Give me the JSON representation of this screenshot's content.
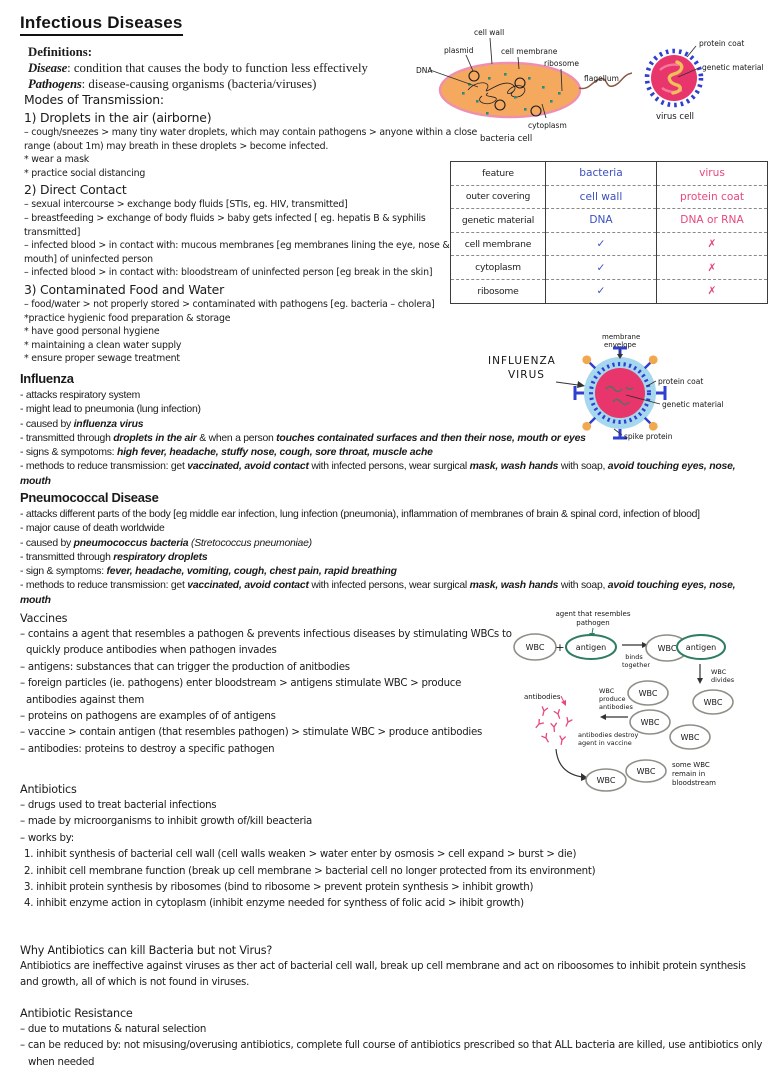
{
  "title": "Infectious Diseases",
  "definitions": {
    "heading": "Definitions:",
    "lines": [
      "**Disease**: condition that causes the body to function less effectively",
      "**Pathogens**: disease-causing organisms (bacteria/viruses)"
    ]
  },
  "transmission": {
    "lines": [
      "Modes of Transmission:",
      "1) Droplets in the air (airborne)",
      "– cough/sneezes > many tiny water droplets, which may contain pathogens > anyone within a close range (about 1m) may breath in these droplets > become infected.",
      "* wear a mask",
      "* practice social distancing",
      "2) Direct Contact",
      "– sexual intercourse > exchange body fluids [STIs, eg. HIV, transmitted]",
      "– breastfeeding > exchange of body fluids > baby gets infected [ eg. hepatis B & syphilis transmitted]",
      "– infected blood > in contact with: mucous membranes [eg membranes lining the eye, nose & mouth] of uninfected person",
      "– infected blood > in contact with: bloodstream of uninfected person [eg break in the skin]",
      "3) Contaminated Food and Water",
      "– food/water > not properly stored > contaminated with pathogens [eg. bacteria – cholera]",
      "*practice hygienic food preparation & storage",
      "* have good personal hygiene",
      "* maintaining a clean water supply",
      "* ensure proper sewage treatment"
    ]
  },
  "comparison_table": {
    "headers": [
      "feature",
      "bacteria",
      "virus"
    ],
    "rows": [
      [
        "outer covering",
        "cell wall",
        "protein coat"
      ],
      [
        "genetic material",
        "DNA",
        "DNA or RNA"
      ],
      [
        "cell membrane",
        "✓",
        "✗"
      ],
      [
        "cytoplasm",
        "✓",
        "✗"
      ],
      [
        "ribosome",
        "✓",
        "✗"
      ]
    ]
  },
  "influenza": {
    "heading": "Influenza",
    "lines": [
      "- attacks respiratory system",
      "- might lead to pneumonia (lung infection)",
      "- caused by **influenza virus**",
      "- transmitted through **droplets in the air** & when a person **touches containated surfaces and then their nose, mouth or eyes**",
      "- signs & sympotoms: **high fever, headache, stuffy nose, cough, sore throat, muscle ache**",
      "- methods to reduce transmission: get **vaccinated, avoid contact** with infected persons, wear surgical **mask, wash hands** with soap, **avoid touching eyes, nose, mouth**"
    ]
  },
  "pneumococcal": {
    "heading": "Pneumococcal Disease",
    "lines": [
      "- attacks different parts of the body [eg middle ear infection, lung infection (pneumonia), inflammation of membranes of brain & spinal cord, infection of blood]",
      "- major cause of death worldwide",
      "- caused by **pneumococcus bacteria** *(Stretococcus pneumoniae)*",
      "- transmitted through **respiratory droplets**",
      "- sign & symptoms: **fever, headache, vomiting, cough, chest pain, rapid breathing**",
      "- methods to reduce transmission: get **vaccinated, avoid contact** with infected persons, wear surgical **mask, wash hands** with soap, **avoid touching eyes, nose, mouth**"
    ]
  },
  "vaccines": {
    "heading": "Vaccines",
    "lines": [
      "– contains a agent that resembles a pathogen & prevents infectious diseases by stimulating WBCs to quickly produce antibodies when pathogen invades",
      "– antigens: substances that can trigger the production of anitbodies",
      "– foreign particles (ie. pathogens) enter bloodstream > antigens stimulate WBC > produce antibodies against them",
      "– proteins on pathogens are examples of of antigens",
      "– vaccine > contain antigen (that resembles pathogen) > stimulate WBC > produce antibodies",
      "– antibodies: proteins to destroy a specific pathogen"
    ]
  },
  "antibiotics": {
    "heading": "Antibiotics",
    "lines": [
      "– drugs used to treat bacterial infections",
      "– made by microorganisms to inhibit growth of/kill beacteria",
      "– works by:",
      "1. inhibit synthesis of bacterial cell wall (cell walls weaken > water enter by osmosis > cell expand > burst > die)",
      "2. inhibit cell membrane function (break up cell membrane > bacterial cell no longer protected from its environment)",
      "3. inhibit protein synthesis by ribosomes (bind to ribosome > prevent protein synthesis > inhibit growth)",
      "4. inhibit enzyme action in cytoplasm (inhibit enzyme needed for synthess of folic acid > ihibit growth)"
    ]
  },
  "why_antibiotics": {
    "heading": "Why Antibiotics can kill Bacteria but not Virus?",
    "body": "Antibiotics are ineffective against viruses as ther act of bacterial cell wall, break up cell membrane and act on riboosomes to inhibit protein synthesis and growth, all of which is not found in viruses."
  },
  "resistance": {
    "heading": "Antibiotic Resistance",
    "lines": [
      "– due to mutations & natural selection",
      "– can be reduced by: not misusing/overusing antibiotics, complete full course of antibiotics prescribed so that ALL bacteria are killed, use antibiotics only when needed"
    ]
  },
  "bacteria_diagram": {
    "labels": {
      "cell_wall": "cell wall",
      "plasmid": "plasmid",
      "cell_membrane": "cell membrane",
      "ribosome": "ribosome",
      "flagellum": "flagellum",
      "dna": "DNA",
      "cytoplasm": "cytoplasm"
    },
    "caption": "bacteria cell"
  },
  "virus_diagram": {
    "labels": {
      "protein_coat": "protein coat",
      "genetic_material": "genetic material"
    },
    "caption": "virus cell"
  },
  "influenza_diagram": {
    "title_line1": "INFLUENZA",
    "title_line2": "VIRUS",
    "labels": {
      "membrane_1": "membrane",
      "membrane_2": "envelope",
      "protein_coat": "protein coat",
      "genetic_material": "genetic material",
      "spike_protein": "spike protein"
    }
  },
  "vaccine_diagram": {
    "labels": {
      "agent_1": "agent that resembles",
      "agent_2": "pathogen",
      "wbc": "WBC",
      "plus": "+",
      "antigen": "antigen",
      "binds_1": "binds",
      "binds_2": "together",
      "divides_1": "WBC",
      "divides_2": "divides",
      "antibodies": "antibodies",
      "produce_1": "WBC",
      "produce_2": "produce",
      "produce_3": "antibodies",
      "destroy_1": "antibodies destroy",
      "destroy_2": "agent in vaccine",
      "remain_1": "some WBC",
      "remain_2": "remain in",
      "remain_3": "bloodstream"
    }
  },
  "colors": {
    "bacteria_text_blue": "#3a4fc1",
    "virus_text_pink": "#e8477e",
    "bacteria_cell_fill": "#f5a95f",
    "bacteria_cell_border": "#ef8fae",
    "ribosome_teal": "#2e8b7a",
    "virus_core_pink": "#e8356b",
    "virus_coat_blue": "#2f3fd0",
    "genetic_material_yellow": "#eec05a",
    "envelope_light_blue": "#a5d7ef",
    "spike_tip_orange": "#f0a94f",
    "antigen_green": "#2e7d63",
    "wbc_gray": "#8f8f87",
    "antibody_pink": "#e8477e",
    "flagellum_brown": "#8a5a44"
  }
}
